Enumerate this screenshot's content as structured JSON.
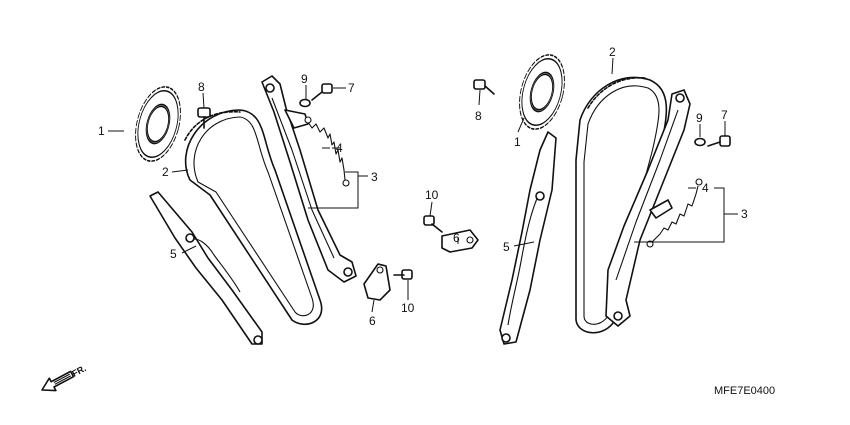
{
  "diagram": {
    "diagram_code": "MFE7E0400",
    "front_indicator": "FR.",
    "callouts_left": {
      "sprocket": "1",
      "chain": "2",
      "tensioner_assembly": "3",
      "spring": "4",
      "guide": "5",
      "bolt_8": "8",
      "washer_9": "9",
      "bolt_7": "7"
    },
    "callouts_center": {
      "plate_top": "6",
      "bolt_top": "10",
      "plate_bottom": "6",
      "bolt_bottom": "10"
    },
    "callouts_right": {
      "sprocket": "1",
      "chain": "2",
      "tensioner_assembly": "3",
      "spring": "4",
      "guide": "5",
      "bolt_8": "8",
      "washer_9": "9",
      "bolt_7": "7"
    }
  }
}
